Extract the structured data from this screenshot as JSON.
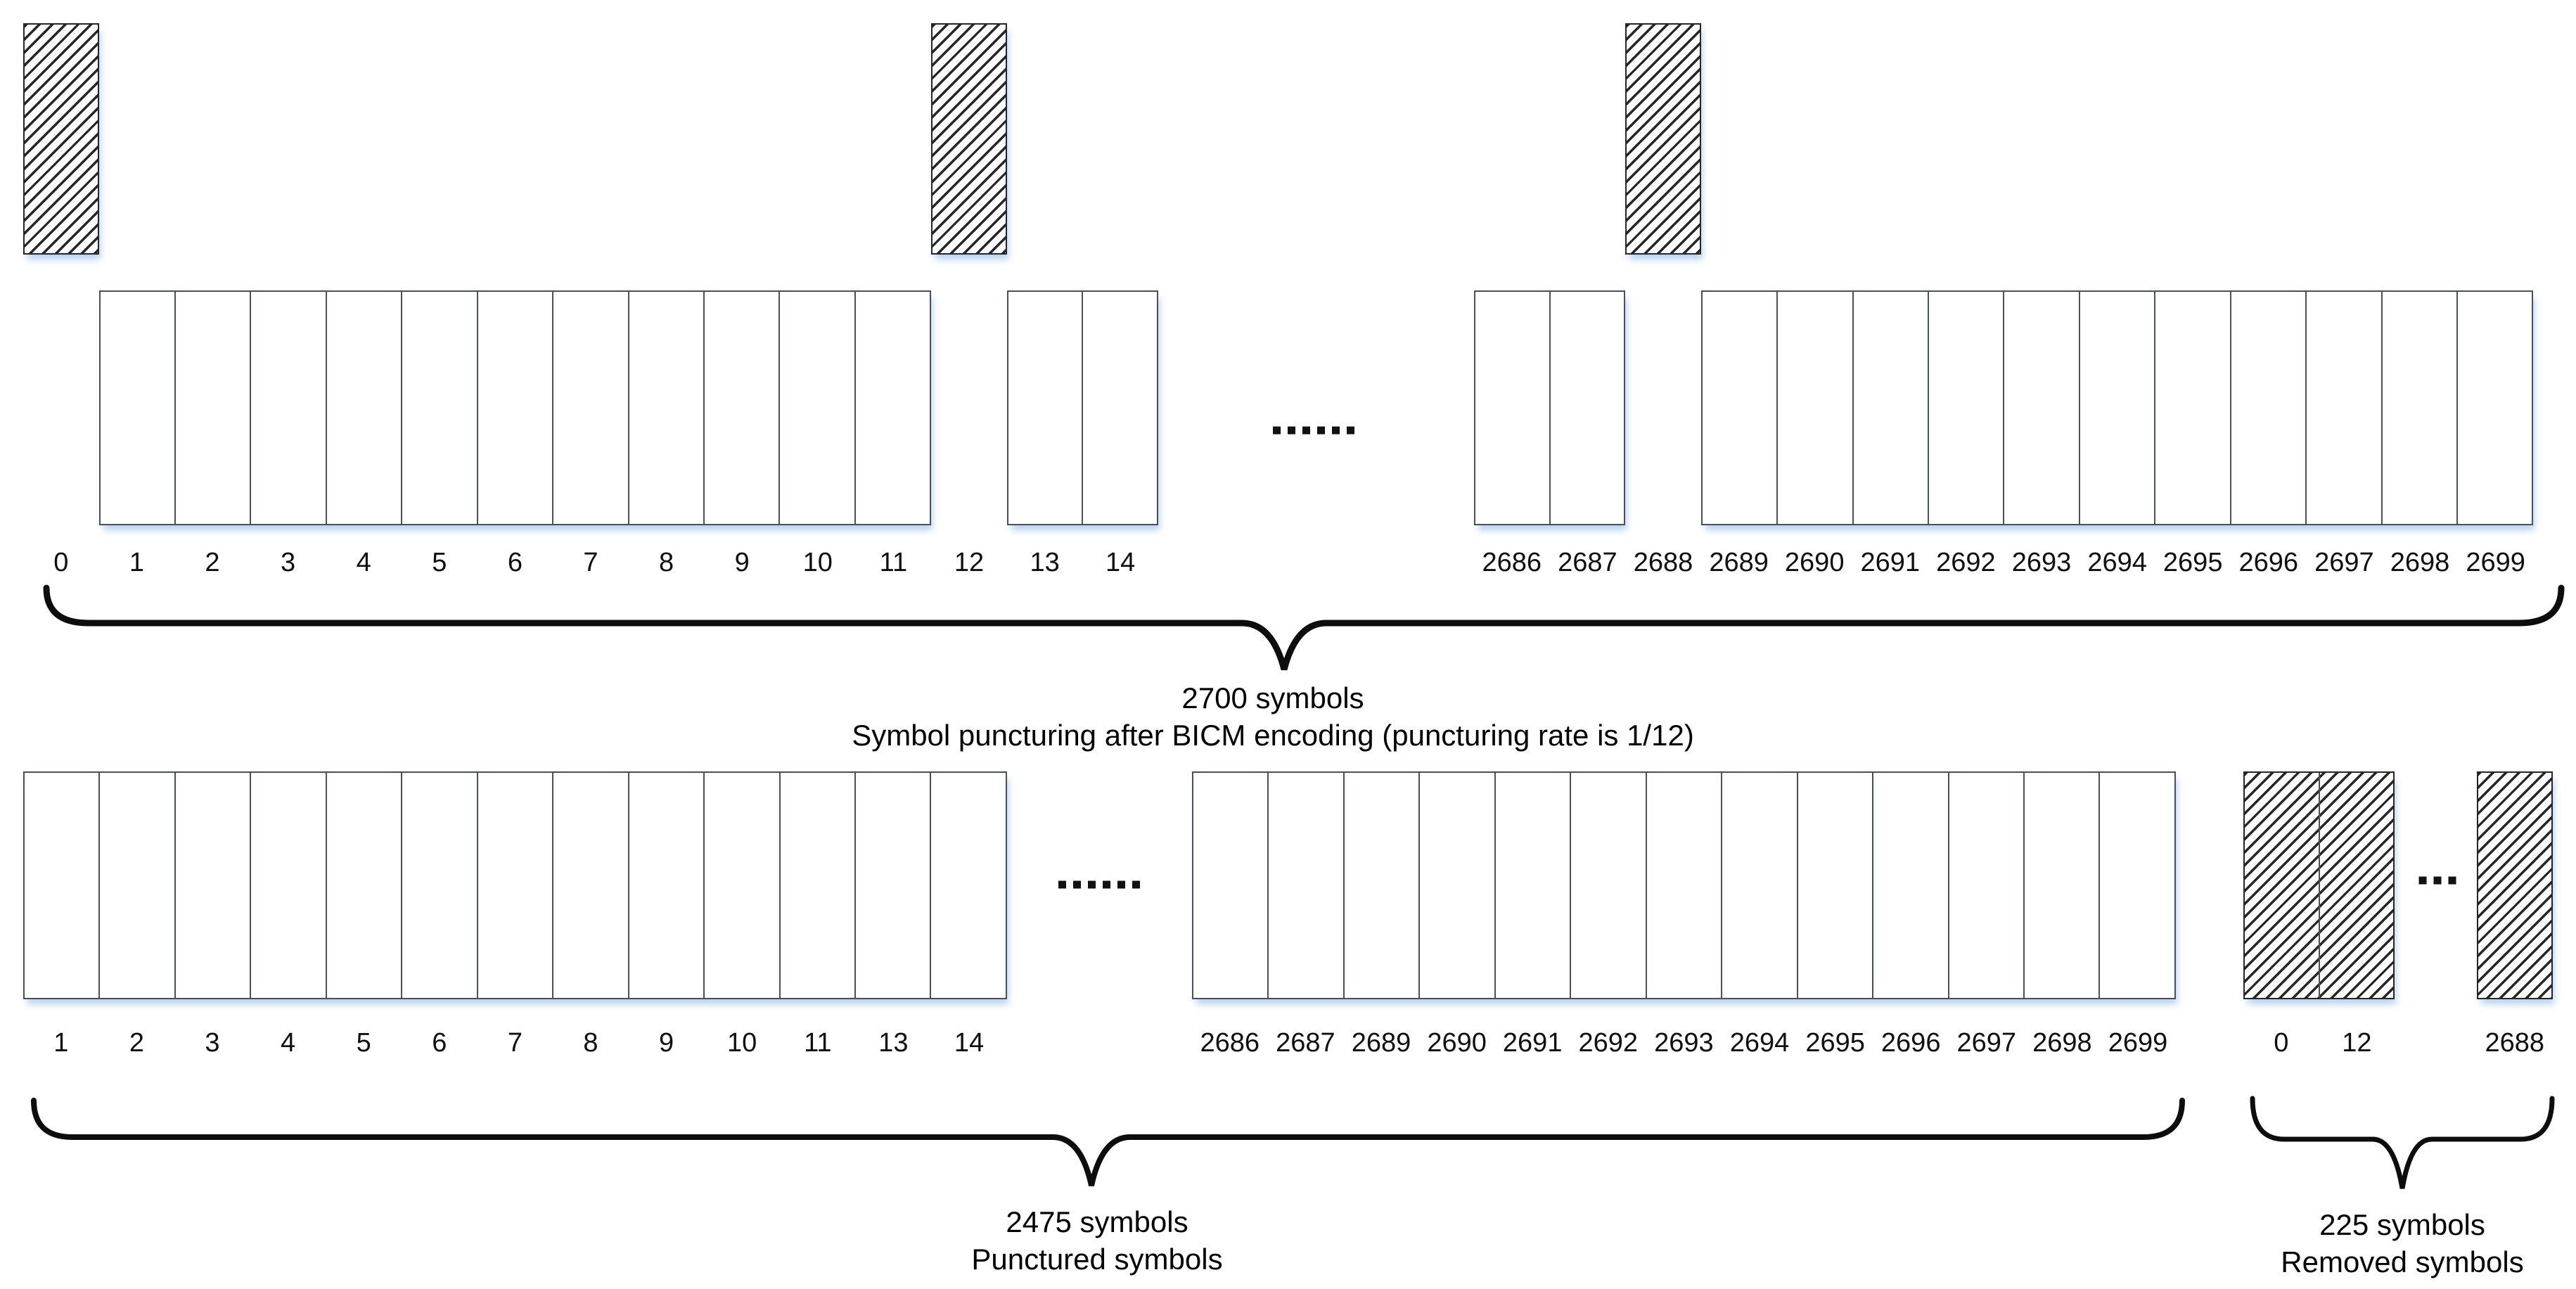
{
  "colors": {
    "ink": "#1a1a1a",
    "box_border": "#4a4f5a",
    "hatch_border": "#262626",
    "shadow_tint": "#a0c3eb"
  },
  "top_row": {
    "numbers_left": [
      "0",
      "1",
      "2",
      "3",
      "4",
      "5",
      "6",
      "7",
      "8",
      "9",
      "10",
      "11",
      "12",
      "13",
      "14"
    ],
    "numbers_right": [
      "2686",
      "2687",
      "2688",
      "2689",
      "2690",
      "2691",
      "2692",
      "2693",
      "2694",
      "2695",
      "2696",
      "2697",
      "2698",
      "2699"
    ],
    "raised_left_indices": [
      0,
      12
    ],
    "raised_right_indices": [
      2
    ],
    "gap_dots": "......",
    "brace_label": [
      "2700 symbols",
      "Symbol puncturing after BICM encoding (puncturing rate is 1/12)"
    ]
  },
  "bottom_row": {
    "numbers_left": [
      "1",
      "2",
      "3",
      "4",
      "5",
      "6",
      "7",
      "8",
      "9",
      "10",
      "11",
      "13",
      "14"
    ],
    "numbers_right": [
      "2686",
      "2687",
      "2689",
      "2690",
      "2691",
      "2692",
      "2693",
      "2694",
      "2695",
      "2696",
      "2697",
      "2698",
      "2699"
    ],
    "gap_dots": "......",
    "punctured_brace_label": [
      "2475 symbols",
      "Punctured symbols"
    ],
    "removed": {
      "pair_numbers": [
        "0",
        "12"
      ],
      "dots": "...",
      "single_number": [
        "2688"
      ],
      "brace_label": [
        "225 symbols",
        "Removed symbols"
      ]
    }
  }
}
